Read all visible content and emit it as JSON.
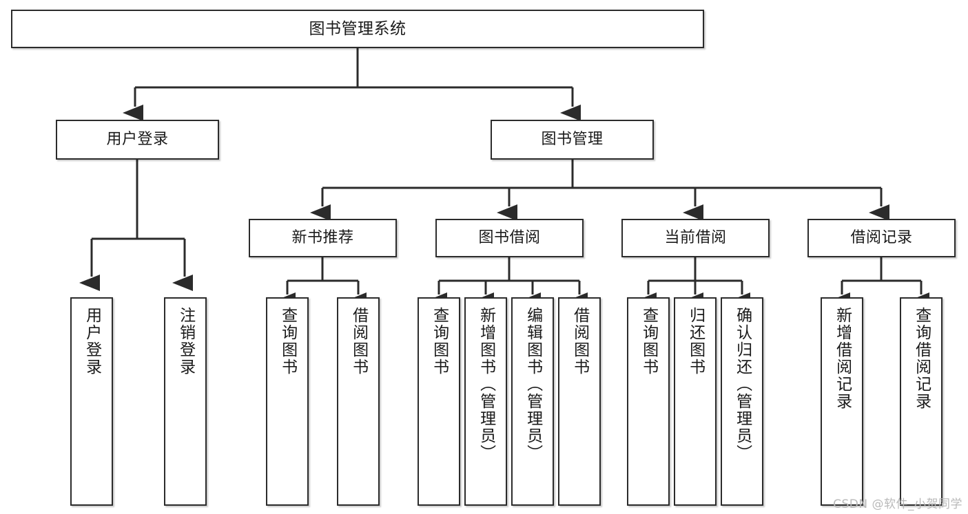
{
  "diagram": {
    "title": "图书管理系统",
    "type": "functional-structure-tree",
    "watermark": "CSDN @软件_小贺同学",
    "background_color": "#ffffff",
    "border_color": "#2b2b2b",
    "text_color": "#1a1a1a",
    "watermark_color": "#b9b9b9"
  },
  "nodes": {
    "root": {
      "label": "图书管理系统",
      "level": 0
    },
    "branches": [
      {
        "id": "user-login",
        "label": "用户登录",
        "level": 1
      },
      {
        "id": "book-manage",
        "label": "图书管理",
        "level": 1
      }
    ],
    "groups": [
      {
        "id": "new-book-rec",
        "label": "新书推荐",
        "level": 2,
        "parent": "book-manage"
      },
      {
        "id": "book-borrow",
        "label": "图书借阅",
        "level": 2,
        "parent": "book-manage"
      },
      {
        "id": "current-borrow",
        "label": "当前借阅",
        "level": 2,
        "parent": "book-manage"
      },
      {
        "id": "borrow-record",
        "label": "借阅记录",
        "level": 2,
        "parent": "book-manage"
      }
    ],
    "leaves": [
      {
        "id": "leaf-user-login",
        "label": "用户登录",
        "parent": "user-login"
      },
      {
        "id": "leaf-logout",
        "label": "注销登录",
        "parent": "user-login"
      },
      {
        "id": "leaf-query-book-1",
        "label": "查询图书",
        "parent": "new-book-rec"
      },
      {
        "id": "leaf-borrow-book-1",
        "label": "借阅图书",
        "parent": "new-book-rec"
      },
      {
        "id": "leaf-query-book-2",
        "label": "查询图书",
        "parent": "book-borrow"
      },
      {
        "id": "leaf-add-book",
        "label": "新增图书（管理员）",
        "parent": "book-borrow"
      },
      {
        "id": "leaf-edit-book",
        "label": "编辑图书（管理员）",
        "parent": "book-borrow"
      },
      {
        "id": "leaf-borrow-book-2",
        "label": "借阅图书",
        "parent": "book-borrow"
      },
      {
        "id": "leaf-query-book-3",
        "label": "查询图书",
        "parent": "current-borrow"
      },
      {
        "id": "leaf-return-book",
        "label": "归还图书",
        "parent": "current-borrow"
      },
      {
        "id": "leaf-confirm-return",
        "label": "确认归还（管理员）",
        "parent": "current-borrow"
      },
      {
        "id": "leaf-add-record",
        "label": "新增借阅记录",
        "parent": "borrow-record"
      },
      {
        "id": "leaf-query-record",
        "label": "查询借阅记录",
        "parent": "borrow-record"
      }
    ]
  }
}
